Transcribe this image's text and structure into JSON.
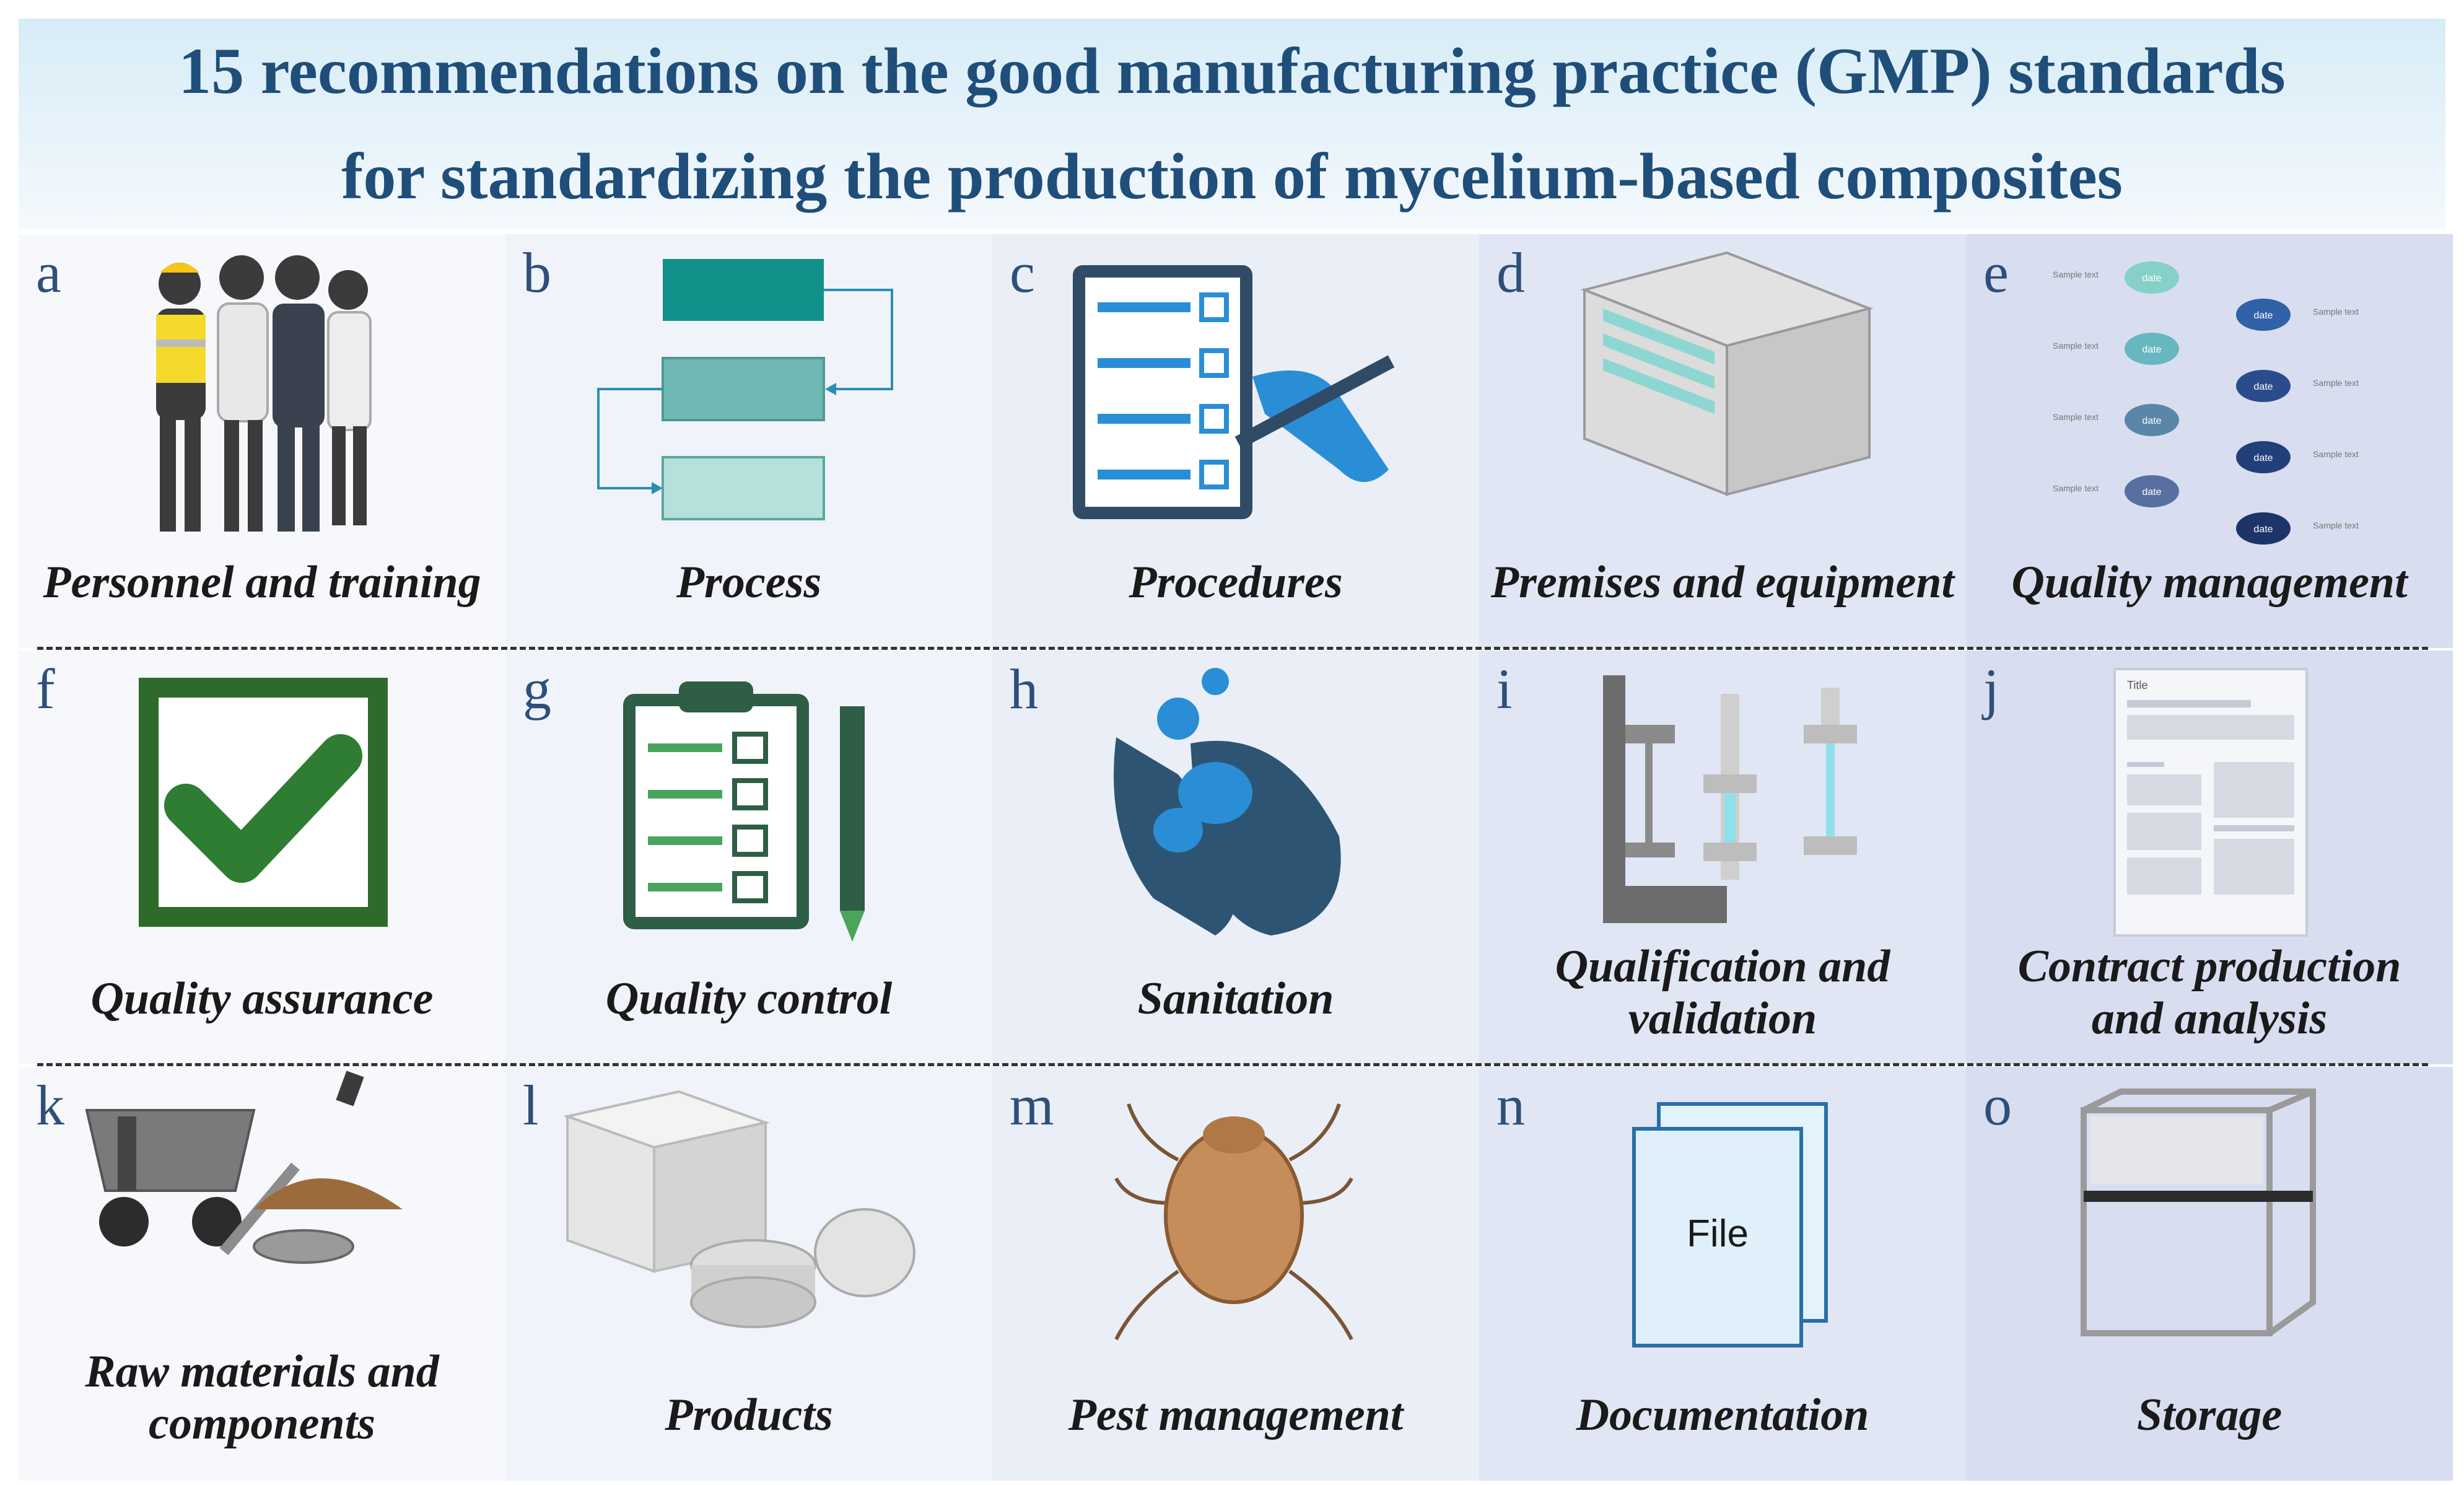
{
  "title": {
    "line1": "15 recommendations on the good manufacturing practice (GMP) standards",
    "line2": "for standardizing the production of mycelium-based composites"
  },
  "colors": {
    "title_text": "#1f4e7a",
    "col_backgrounds": [
      "#f7f8fc",
      "#f1f3fa",
      "#e9eef7",
      "#e1e6f4",
      "#d8def0"
    ]
  },
  "panels": [
    {
      "letter": "a",
      "label": "Personnel and training",
      "icon": "people-icon"
    },
    {
      "letter": "b",
      "label": "Process",
      "icon": "flowchart-icon"
    },
    {
      "letter": "c",
      "label": "Procedures",
      "icon": "checklist-hand-icon"
    },
    {
      "letter": "d",
      "label": "Premises and equipment",
      "icon": "building-icon"
    },
    {
      "letter": "e",
      "label": "Quality management",
      "icon": "timeline-icon",
      "timeline_text": [
        "date",
        "Sample text"
      ]
    },
    {
      "letter": "f",
      "label": "Quality assurance",
      "icon": "checkbox-icon"
    },
    {
      "letter": "g",
      "label": "Quality control",
      "icon": "clipboard-pencil-icon"
    },
    {
      "letter": "h",
      "label": "Sanitation",
      "icon": "handwash-icon"
    },
    {
      "letter": "i",
      "label_lines": [
        "Qualification and",
        "validation"
      ],
      "icon": "test-machine-icon"
    },
    {
      "letter": "j",
      "label_lines": [
        "Contract production",
        "and analysis"
      ],
      "icon": "document-template-icon",
      "doc_title": "Title"
    },
    {
      "letter": "k",
      "label_lines": [
        "Raw materials and",
        "components"
      ],
      "icon": "grain-cart-icon"
    },
    {
      "letter": "l",
      "label": "Products",
      "icon": "composite-blocks-icon"
    },
    {
      "letter": "m",
      "label": "Pest management",
      "icon": "mite-icon"
    },
    {
      "letter": "n",
      "label": "Documentation",
      "icon": "file-icon",
      "file_text": "File"
    },
    {
      "letter": "o",
      "label": "Storage",
      "icon": "storage-rack-icon"
    }
  ]
}
